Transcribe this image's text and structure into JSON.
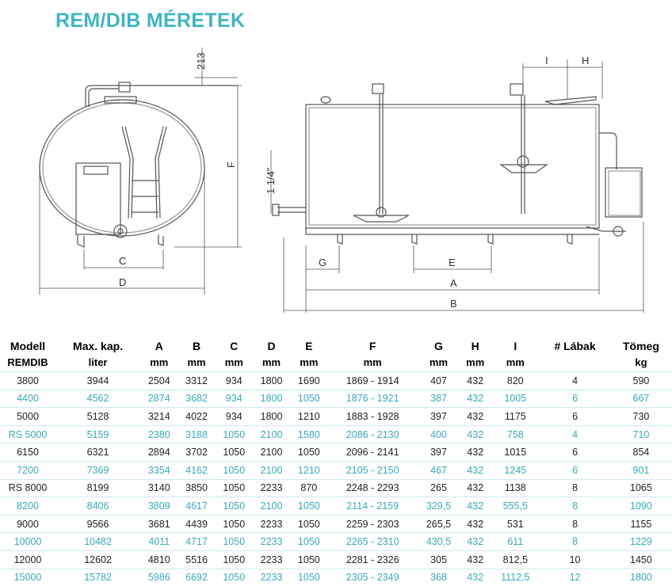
{
  "title": "REM/DIB MÉRETEK",
  "drawing": {
    "labels": {
      "dim_213": "213",
      "F": "F",
      "C": "C",
      "D": "D",
      "pipe": "1 1/4\"",
      "I": "I",
      "H": "H",
      "G": "G",
      "E": "E",
      "A": "A",
      "B": "B"
    }
  },
  "table": {
    "header_row1": [
      "Modell",
      "Max. kap.",
      "A",
      "B",
      "C",
      "D",
      "E",
      "F",
      "G",
      "H",
      "I",
      "# Lábak",
      "Tömeg"
    ],
    "header_row2": [
      "REMDIB",
      "liter",
      "mm",
      "mm",
      "mm",
      "mm",
      "mm",
      "mm",
      "mm",
      "mm",
      "mm",
      "",
      "kg"
    ],
    "rows": [
      [
        "3800",
        "3944",
        "2504",
        "3312",
        "934",
        "1800",
        "1690",
        "1869 - 1914",
        "407",
        "432",
        "820",
        "4",
        "590"
      ],
      [
        "4400",
        "4562",
        "2874",
        "3682",
        "934",
        "1800",
        "1050",
        "1876 - 1921",
        "387",
        "432",
        "1005",
        "6",
        "667"
      ],
      [
        "5000",
        "5128",
        "3214",
        "4022",
        "934",
        "1800",
        "1210",
        "1883 - 1928",
        "397",
        "432",
        "1175",
        "6",
        "730"
      ],
      [
        "RS 5000",
        "5159",
        "2380",
        "3188",
        "1050",
        "2100",
        "1580",
        "2086 - 2130",
        "400",
        "432",
        "758",
        "4",
        "710"
      ],
      [
        "6150",
        "6321",
        "2894",
        "3702",
        "1050",
        "2100",
        "1050",
        "2096 - 2141",
        "397",
        "432",
        "1015",
        "6",
        "854"
      ],
      [
        "7200",
        "7369",
        "3354",
        "4162",
        "1050",
        "2100",
        "1210",
        "2105 - 2150",
        "467",
        "432",
        "1245",
        "6",
        "901"
      ],
      [
        "RS 8000",
        "8199",
        "3140",
        "3850",
        "1050",
        "2233",
        "870",
        "2248 - 2293",
        "265",
        "432",
        "1138",
        "8",
        "1065"
      ],
      [
        "8200",
        "8406",
        "3809",
        "4617",
        "1050",
        "2100",
        "1050",
        "2114 - 2159",
        "329,5",
        "432",
        "555,5",
        "8",
        "1090"
      ],
      [
        "9000",
        "9566",
        "3681",
        "4439",
        "1050",
        "2233",
        "1050",
        "2259 - 2303",
        "265,5",
        "432",
        "531",
        "8",
        "1155"
      ],
      [
        "10000",
        "10482",
        "4011",
        "4717",
        "1050",
        "2233",
        "1050",
        "2265 - 2310",
        "430,5",
        "432",
        "611",
        "8",
        "1229"
      ],
      [
        "12000",
        "12602",
        "4810",
        "5516",
        "1050",
        "2233",
        "1050",
        "2281 - 2326",
        "305",
        "432",
        "812,5",
        "10",
        "1450"
      ],
      [
        "15000",
        "15782",
        "5986",
        "6692",
        "1050",
        "2233",
        "1050",
        "2305 - 2349",
        "368",
        "432",
        "1112,5",
        "12",
        "1800"
      ]
    ]
  }
}
